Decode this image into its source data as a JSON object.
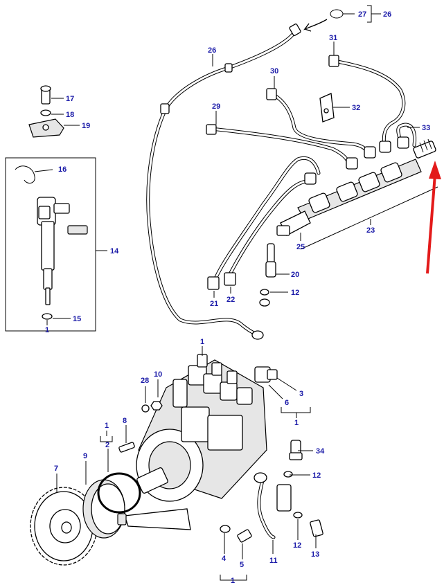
{
  "callouts": [
    {
      "id": "c27",
      "text": "27"
    },
    {
      "id": "c26a",
      "text": "26"
    },
    {
      "id": "c26b",
      "text": "26"
    },
    {
      "id": "c31",
      "text": "31"
    },
    {
      "id": "c30",
      "text": "30"
    },
    {
      "id": "c32",
      "text": "32"
    },
    {
      "id": "c29",
      "text": "29"
    },
    {
      "id": "c33",
      "text": "33"
    },
    {
      "id": "c17",
      "text": "17"
    },
    {
      "id": "c18",
      "text": "18"
    },
    {
      "id": "c19",
      "text": "19"
    },
    {
      "id": "c16",
      "text": "16"
    },
    {
      "id": "c14",
      "text": "14"
    },
    {
      "id": "c15",
      "text": "15"
    },
    {
      "id": "c1a",
      "text": "1"
    },
    {
      "id": "c23",
      "text": "23"
    },
    {
      "id": "c25",
      "text": "25"
    },
    {
      "id": "c20",
      "text": "20"
    },
    {
      "id": "c12a",
      "text": "12"
    },
    {
      "id": "c21",
      "text": "21"
    },
    {
      "id": "c22",
      "text": "22"
    },
    {
      "id": "c1b",
      "text": "1"
    },
    {
      "id": "c28",
      "text": "28"
    },
    {
      "id": "c10",
      "text": "10"
    },
    {
      "id": "c3",
      "text": "3"
    },
    {
      "id": "c6",
      "text": "6"
    },
    {
      "id": "c1c",
      "text": "1"
    },
    {
      "id": "c8",
      "text": "8"
    },
    {
      "id": "c1d",
      "text": "1"
    },
    {
      "id": "c2",
      "text": "2"
    },
    {
      "id": "c7",
      "text": "7"
    },
    {
      "id": "c9",
      "text": "9"
    },
    {
      "id": "c34",
      "text": "34"
    },
    {
      "id": "c12b",
      "text": "12"
    },
    {
      "id": "c4",
      "text": "4"
    },
    {
      "id": "c5",
      "text": "5"
    },
    {
      "id": "c11",
      "text": "11"
    },
    {
      "id": "c12c",
      "text": "12"
    },
    {
      "id": "c13",
      "text": "13"
    },
    {
      "id": "c1e",
      "text": "1"
    }
  ],
  "colors": {
    "label": "#1a1aa8",
    "arrow": "#e31a1a",
    "line": "#000000"
  }
}
